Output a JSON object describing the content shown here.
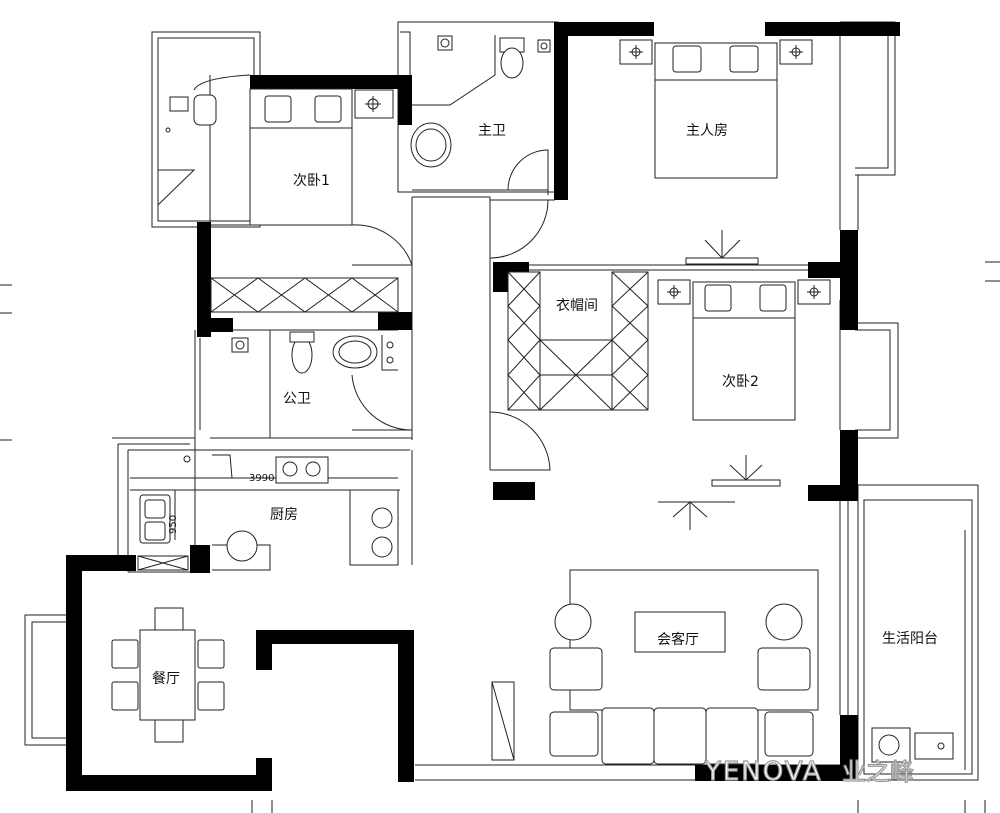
{
  "plan": {
    "rooms": [
      {
        "key": "master_bath",
        "label": "主卫"
      },
      {
        "key": "master_bedroom",
        "label": "主人房"
      },
      {
        "key": "bedroom1",
        "label": "次卧1"
      },
      {
        "key": "cloakroom",
        "label": "衣帽间"
      },
      {
        "key": "bedroom2",
        "label": "次卧2"
      },
      {
        "key": "public_bath",
        "label": "公卫"
      },
      {
        "key": "kitchen",
        "label": "厨房"
      },
      {
        "key": "living_room",
        "label": "会客厅"
      },
      {
        "key": "dining",
        "label": "餐厅"
      },
      {
        "key": "balcony",
        "label": "生活阳台"
      }
    ],
    "dimensions": {
      "kitchen_length": "3990",
      "sink_depth": "950"
    },
    "watermark": {
      "brand": "YENOVA",
      "cn": "业之峰"
    }
  }
}
